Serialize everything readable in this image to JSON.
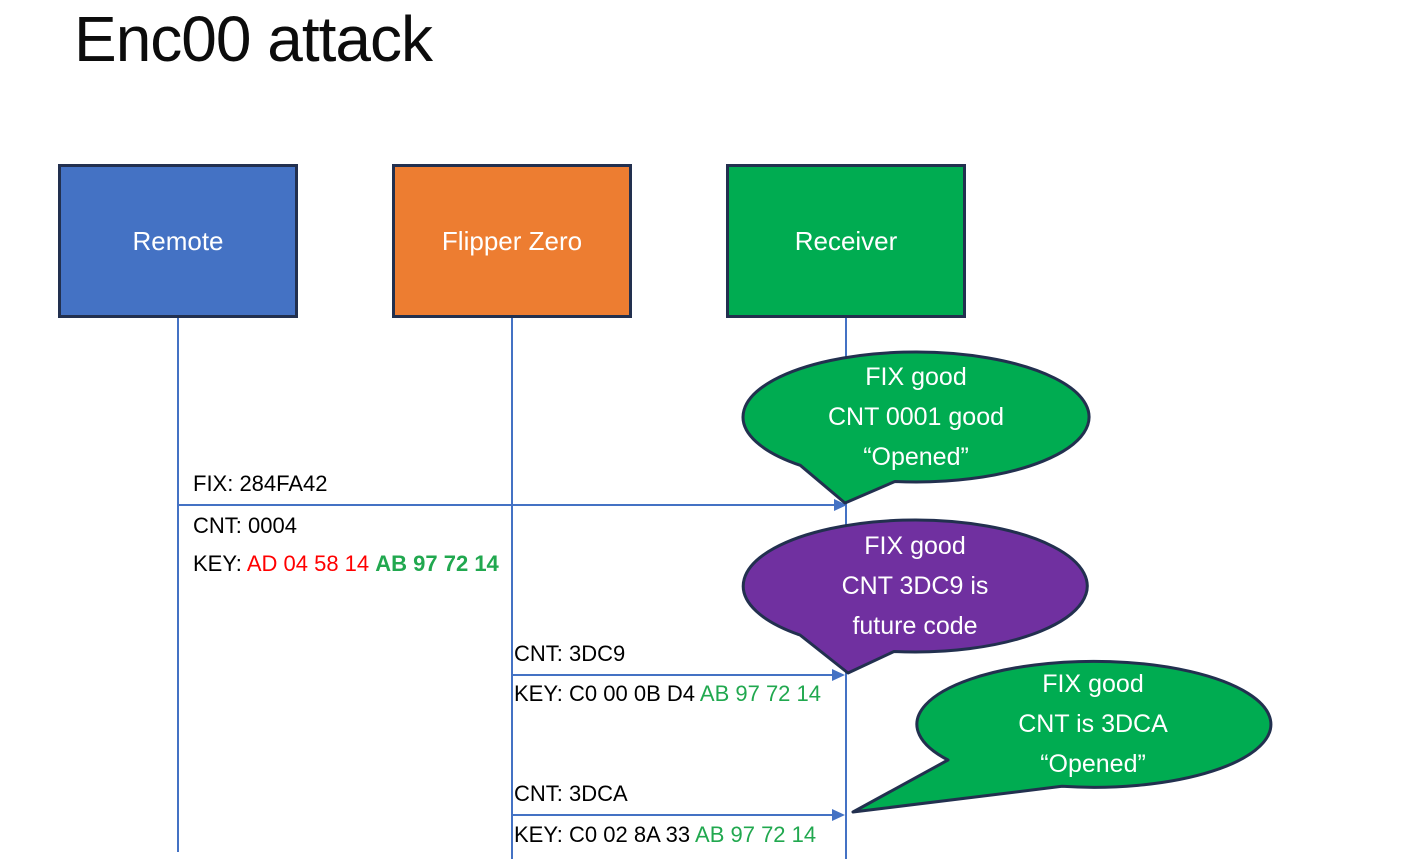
{
  "title": "Enc00 attack",
  "actors": [
    {
      "id": "remote",
      "label": "Remote",
      "fill": "#4472C4"
    },
    {
      "id": "flipper-zero",
      "label": "Flipper Zero",
      "fill": "#ED7D31"
    },
    {
      "id": "receiver",
      "label": "Receiver",
      "fill": "#00AC51"
    }
  ],
  "messages": [
    {
      "from": "remote",
      "to": "receiver",
      "fix": "FIX: 284FA42",
      "cnt": "CNT: 0004",
      "key_prefix": "KEY: ",
      "key_red": "AD 04 58 14 ",
      "key_green": "AB 97 72 14"
    },
    {
      "from": "flipper-zero",
      "to": "receiver",
      "cnt": "CNT: 3DC9",
      "key_prefix": "KEY: C0 00 0B D4 ",
      "key_green": "AB 97 72 14"
    },
    {
      "from": "flipper-zero",
      "to": "receiver",
      "cnt": "CNT: 3DCA",
      "key_prefix": "KEY: C0 02 8A 33 ",
      "key_green": "AB 97 72 14"
    }
  ],
  "callouts": [
    {
      "color": "green",
      "fill": "#00AC51",
      "lines": [
        "FIX good",
        "CNT 0001 good",
        "“Opened”"
      ]
    },
    {
      "color": "purple",
      "fill": "#7030A0",
      "lines": [
        "FIX good",
        "CNT 3DC9 is",
        "future code"
      ]
    },
    {
      "color": "green",
      "fill": "#00AC51",
      "lines": [
        "FIX good",
        "CNT is 3DCA",
        "“Opened”"
      ]
    }
  ],
  "colors": {
    "actor_blue": "#4472C4",
    "actor_orange": "#ED7D31",
    "actor_green": "#00AC51",
    "callout_purple": "#7030A0",
    "shape_border_navy": "#22304F",
    "line_blue": "#4472C4",
    "key_red": "#FF0000",
    "key_green": "#21A84F",
    "text_white": "#FFFFFF",
    "text_black": "#000000"
  }
}
